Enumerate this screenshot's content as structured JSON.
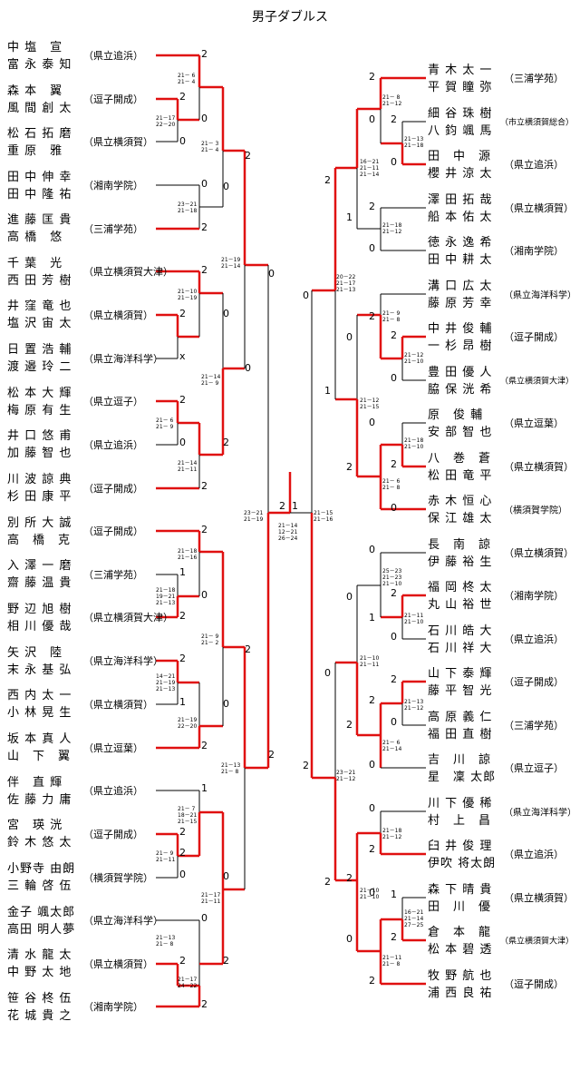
{
  "title": "男子ダブルス",
  "left": [
    {
      "p1": "中 塩　宣",
      "p2": "富 永 泰 知",
      "school": "（県立追浜）"
    },
    {
      "p1": "森 本　翼",
      "p2": "風 間 創 太",
      "school": "（逗子開成）"
    },
    {
      "p1": "松 石 拓 磨",
      "p2": "重 原　雅",
      "school": "（県立横須賀）"
    },
    {
      "p1": "田 中 伸 幸",
      "p2": "田 中 隆 祐",
      "school": "（湘南学院）"
    },
    {
      "p1": "進 藤 匡 貴",
      "p2": "高 橋　悠",
      "school": "（三浦学苑）"
    },
    {
      "p1": "千 葉　光",
      "p2": "西 田 芳 樹",
      "school": "（県立横須賀大津）"
    },
    {
      "p1": "井 窪 竜 也",
      "p2": "塩 沢 宙 太",
      "school": "（県立横須賀）"
    },
    {
      "p1": "日 置 浩 輔",
      "p2": "渡 邉 玲 二",
      "school": "（県立海洋科学）"
    },
    {
      "p1": "松 本 大 輝",
      "p2": "梅 原 有 生",
      "school": "（県立逗子）"
    },
    {
      "p1": "井 口 悠 甫",
      "p2": "加 藤 智 也",
      "school": "（県立追浜）"
    },
    {
      "p1": "川 波 諒 典",
      "p2": "杉 田 康 平",
      "school": "（逗子開成）"
    },
    {
      "p1": "別 所 大 誠",
      "p2": "高　橋　克",
      "school": "（逗子開成）"
    },
    {
      "p1": "入 澤 一 磨",
      "p2": "齋 藤 温 貴",
      "school": "（三浦学苑）"
    },
    {
      "p1": "野 辺 旭 樹",
      "p2": "相 川 優 哉",
      "school": "（県立横須賀大津）"
    },
    {
      "p1": "矢 沢　陸",
      "p2": "末 永 基 弘",
      "school": "（県立海洋科学）"
    },
    {
      "p1": "西 内 太 一",
      "p2": "小 林 晃 生",
      "school": "（県立横須賀）"
    },
    {
      "p1": "坂 本 真 人",
      "p2": "山　下　翼",
      "school": "（県立逗葉）"
    },
    {
      "p1": "伴　直 輝",
      "p2": "佐 藤 力 庸",
      "school": "（県立追浜）"
    },
    {
      "p1": "宮　瑛 洸",
      "p2": "鈴 木 悠 太",
      "school": "（逗子開成）"
    },
    {
      "p1": "小野寺 由朗",
      "p2": "三 輪 啓 伍",
      "school": "（横須賀学院）"
    },
    {
      "p1": "金子 颯太郎",
      "p2": "高田 明人夢",
      "school": "（県立海洋科学）"
    },
    {
      "p1": "清 水 龍 太",
      "p2": "中 野 太 地",
      "school": "（県立横須賀）"
    },
    {
      "p1": "笹 谷 柊 伍",
      "p2": "花 城 貴 之",
      "school": "（湘南学院）"
    }
  ],
  "right": [
    {
      "p1": "青 木 太 一",
      "p2": "平 賀 瞳 弥",
      "school": "（三浦学苑）"
    },
    {
      "p1": "細 谷 珠 樹",
      "p2": "八 鈞 颯 馬",
      "school": "（市立横須賀総合）"
    },
    {
      "p1": "田　中　源",
      "p2": "櫻 井 涼 太",
      "school": "（県立追浜）"
    },
    {
      "p1": "澤 田 拓 哉",
      "p2": "船 本 佑 太",
      "school": "（県立横須賀）"
    },
    {
      "p1": "徳 永 逸 希",
      "p2": "田 中 耕 太",
      "school": "（湘南学院）"
    },
    {
      "p1": "溝 口 広 太",
      "p2": "藤 原 芳 幸",
      "school": "（県立海洋科学）"
    },
    {
      "p1": "中 井 俊 輔",
      "p2": "一 杉 昂 樹",
      "school": "（逗子開成）"
    },
    {
      "p1": "豊 田 優 人",
      "p2": "脇 保 洸 希",
      "school": "（県立横須賀大津）"
    },
    {
      "p1": "原　俊 輔",
      "p2": "安 部 智 也",
      "school": "（県立逗葉）"
    },
    {
      "p1": "八　巻　蒼",
      "p2": "松 田 竜 平",
      "school": "（県立横須賀）"
    },
    {
      "p1": "赤 木 恒 心",
      "p2": "保 江 雄 太",
      "school": "（横須賀学院）"
    },
    {
      "p1": "長　南　諒",
      "p2": "伊 藤 裕 生",
      "school": "（県立横須賀）"
    },
    {
      "p1": "福 岡 柊 太",
      "p2": "丸 山 裕 世",
      "school": "（湘南学院）"
    },
    {
      "p1": "石 川 皓 大",
      "p2": "石 川 祥 大",
      "school": "（県立追浜）"
    },
    {
      "p1": "山 下 泰 輝",
      "p2": "藤 平 智 光",
      "school": "（逗子開成）"
    },
    {
      "p1": "高 原 義 仁",
      "p2": "福 田 直 樹",
      "school": "（三浦学苑）"
    },
    {
      "p1": "吉　川　諒",
      "p2": "星　凜 太郎",
      "school": "（県立逗子）"
    },
    {
      "p1": "川 下 優 稀",
      "p2": "村　上　昌",
      "school": "（県立海洋科学）"
    },
    {
      "p1": "臼 井 俊 理",
      "p2": "伊吹 将太朗",
      "school": "（県立追浜）"
    },
    {
      "p1": "森 下 晴 貴",
      "p2": "田　川　優",
      "school": "（県立横須賀）"
    },
    {
      "p1": "倉　本　龍",
      "p2": "松 本 碧 透",
      "school": "（県立横須賀大津）"
    },
    {
      "p1": "牧 野 航 也",
      "p2": "浦 西 良 祐",
      "school": "（逗子開成）"
    }
  ],
  "scores": [
    "21－ 6\n21－ 4",
    "21－17\n22－20",
    "21－ 3\n21－ 4",
    "23－21\n21－18",
    "21－19\n21－14",
    "21－10\n21－19",
    "21－14\n21－ 9",
    "21－ 6\n21－ 9",
    "21－14\n21－11",
    "21－18\n21－16",
    "21－18\n19－21\n21－13",
    "21－ 9\n21－ 2",
    "14－21\n21－19\n21－13",
    "21－19\n22－20",
    "21－13\n21－ 8",
    "21－ 7\n18－21\n21－15",
    "21－ 9\n21－11",
    "21－17\n21－11",
    "21－13\n21－ 8",
    "21－17\n24－22",
    "23－21\n21－19",
    "21－14\n12－21\n26－24",
    "21－15\n21－16",
    "21－ 8\n21－12",
    "21－13\n21－18",
    "16－21\n21－11\n21－14",
    "21－18\n21－12",
    "20－22\n21－17\n21－13",
    "21－ 9\n21－ 8",
    "21－12\n21－10",
    "21－12\n21－15",
    "21－18\n21－10",
    "21－ 6\n21－ 8",
    "25－23\n21－23\n21－10",
    "21－11\n21－10",
    "21－10\n21－11",
    "21－13\n21－12",
    "21－ 6\n21－14",
    "23－21\n21－12",
    "21－18\n21－12",
    "21－10\n21－10",
    "16－21\n21－14\n27－25",
    "21－11\n21－ 8"
  ],
  "results": [
    "2",
    "0",
    "1",
    "x"
  ]
}
